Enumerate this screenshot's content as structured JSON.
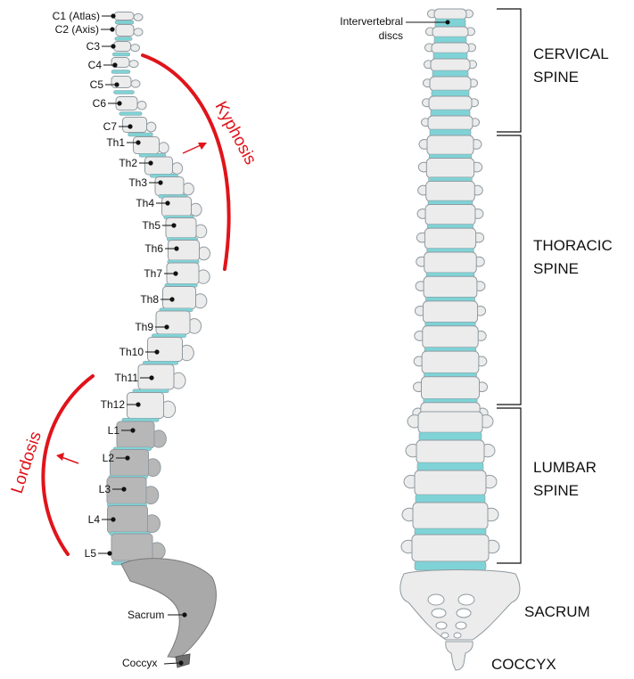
{
  "colors": {
    "vertebra_fill": "#ececec",
    "vertebra_stroke": "#8f9aa0",
    "lumbar_fill": "#b7b7b7",
    "sacrum_fill": "#a9a9a9",
    "disc": "#7fd3d6",
    "curve_red": "#e0141b",
    "text": "#111111"
  },
  "side_view": {
    "vertebra_labels": [
      "C1 (Atlas)",
      "C2 (Axis)",
      "C3",
      "C4",
      "C5",
      "C6",
      "C7",
      "Th1",
      "Th2",
      "Th3",
      "Th4",
      "Th5",
      "Th6",
      "Th7",
      "Th8",
      "Th9",
      "Th10",
      "Th11",
      "Th12",
      "L1",
      "L2",
      "L3",
      "L4",
      "L5"
    ],
    "sacrum_label": "Sacrum",
    "coccyx_label": "Coccyx",
    "curves": {
      "kyphosis": "Kyphosis",
      "lordosis": "Lordosis"
    }
  },
  "front_view": {
    "disc_callout": [
      "Intervertebral",
      "discs"
    ],
    "regions": [
      {
        "name": "cervical",
        "lines": [
          "CERVICAL",
          "SPINE"
        ]
      },
      {
        "name": "thoracic",
        "lines": [
          "THORACIC",
          "SPINE"
        ]
      },
      {
        "name": "lumbar",
        "lines": [
          "LUMBAR",
          "SPINE"
        ]
      }
    ],
    "sacrum": "SACRUM",
    "coccyx": "COCCYX"
  }
}
